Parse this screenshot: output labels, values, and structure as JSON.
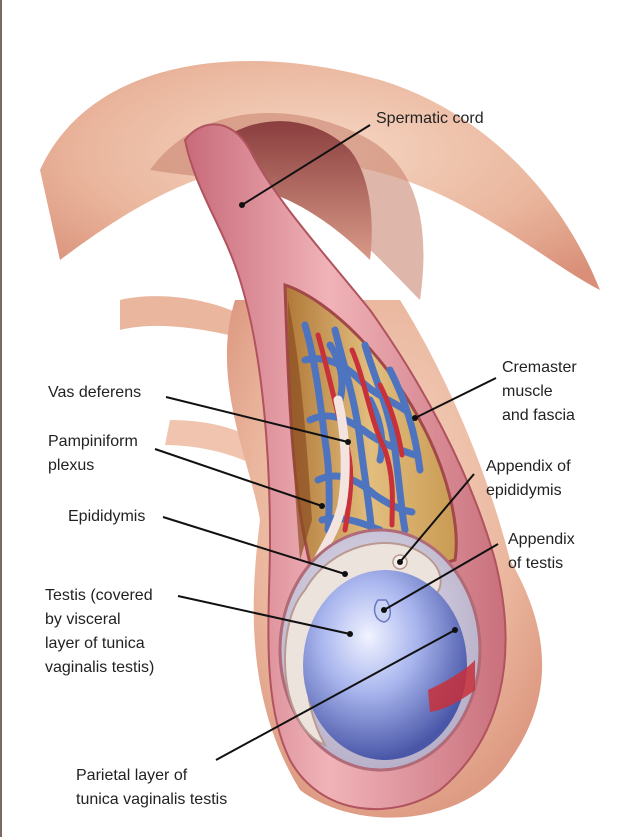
{
  "figure": {
    "labels": {
      "spermatic_cord": [
        "Spermatic cord"
      ],
      "cremaster": [
        "Cremaster",
        "muscle",
        "and fascia"
      ],
      "vas_deferens": [
        "Vas deferens"
      ],
      "pampiniform": [
        "Pampiniform",
        "plexus"
      ],
      "appendix_epididymis": [
        "Appendix of",
        "epididymis"
      ],
      "epididymis": [
        "Epididymis"
      ],
      "appendix_testis": [
        "Appendix",
        "of testis"
      ],
      "testis": [
        "Testis (covered",
        "by visceral",
        "layer of tunica",
        "vaginalis testis)"
      ],
      "parietal": [
        "Parietal layer of",
        "tunica vaginalis testis"
      ]
    },
    "colors": {
      "skin": "#e8a98f",
      "cord_pink": "#d9828f",
      "fascia_yellow": "#d8b06a",
      "vein_blue": "#5b7fc0",
      "artery_red": "#c8303a",
      "testis_blue": "#9fb0e6",
      "leader_line": "#111111"
    }
  }
}
